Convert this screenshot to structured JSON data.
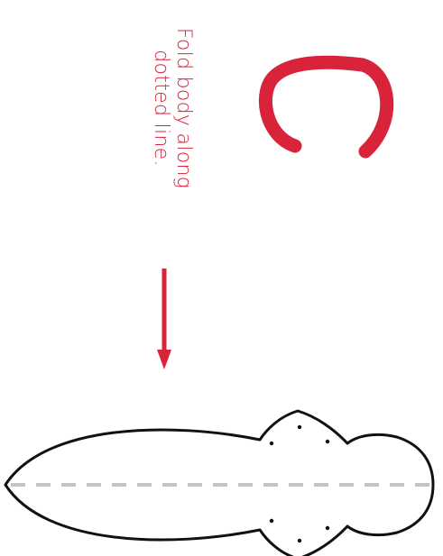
{
  "instruction": {
    "line1": "Fold body along",
    "line2": "dotted line."
  },
  "icons": {
    "letter_mark": "red-c-letter-mark",
    "arrow": "down-arrow-icon",
    "template": "insect-body-cutout"
  },
  "colors": {
    "accent_red": "#d8233a",
    "outline": "#111111",
    "fold_line": "#c4c4c4"
  }
}
